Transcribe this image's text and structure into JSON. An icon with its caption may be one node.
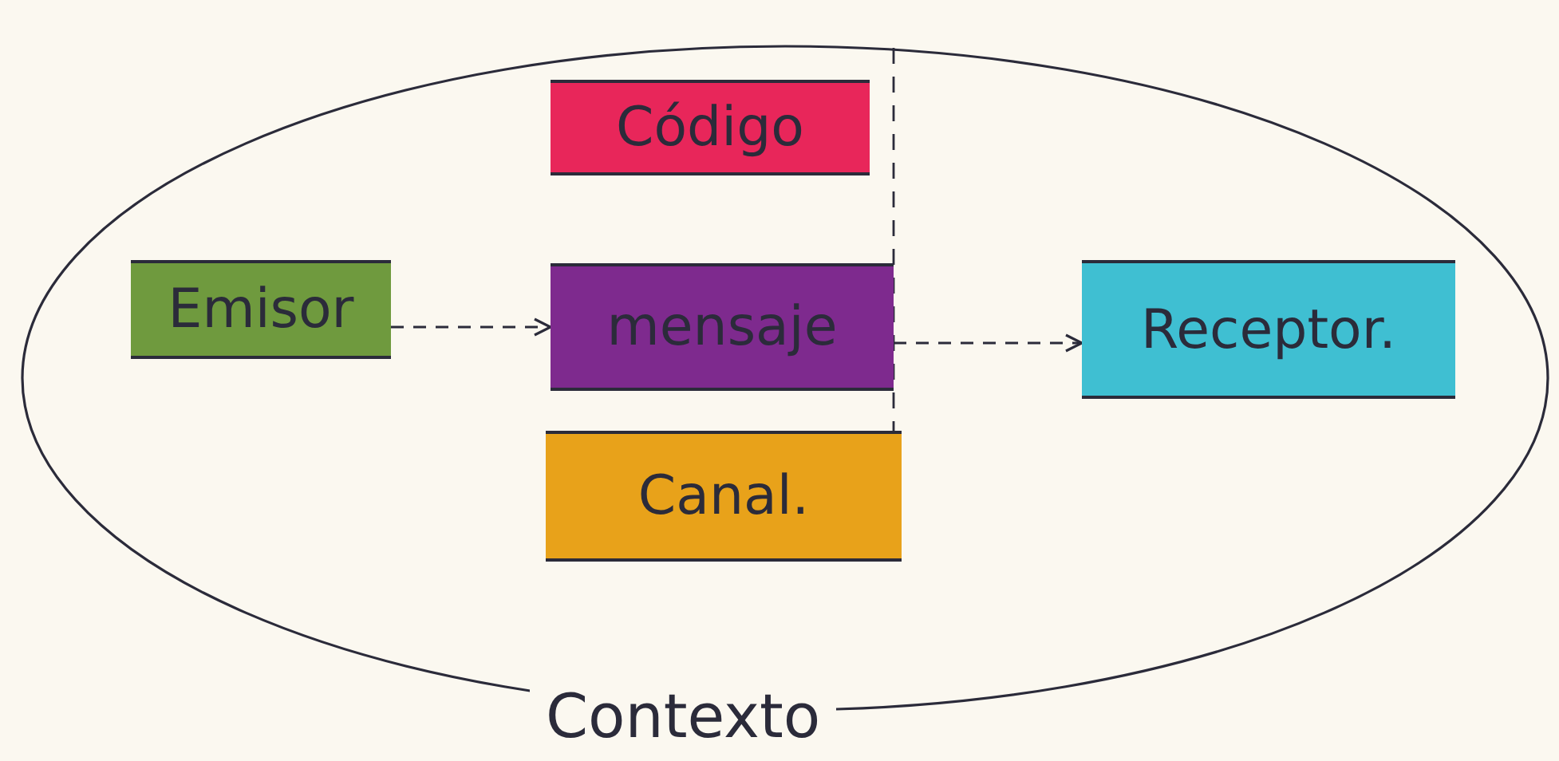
{
  "diagram": {
    "nodes": [
      {
        "text": [
          "Contexto"
        ]
      },
      {
        "text": [
          "Código"
        ],
        "in": 0
      },
      {
        "text": [
          "Emisor"
        ],
        "in": 0
      },
      {
        "text": [
          "mensaje"
        ],
        "in": 0
      },
      {
        "text": [
          "Canal."
        ],
        "in": 0
      },
      {
        "text": [
          "Receptor."
        ],
        "in": 0
      }
    ],
    "edges": [
      {
        "from": 2,
        "to": 3,
        "arrow": "to",
        "style": "dashed"
      },
      {
        "from": 3,
        "to": 5,
        "arrow": "to",
        "style": "dashed"
      }
    ]
  }
}
